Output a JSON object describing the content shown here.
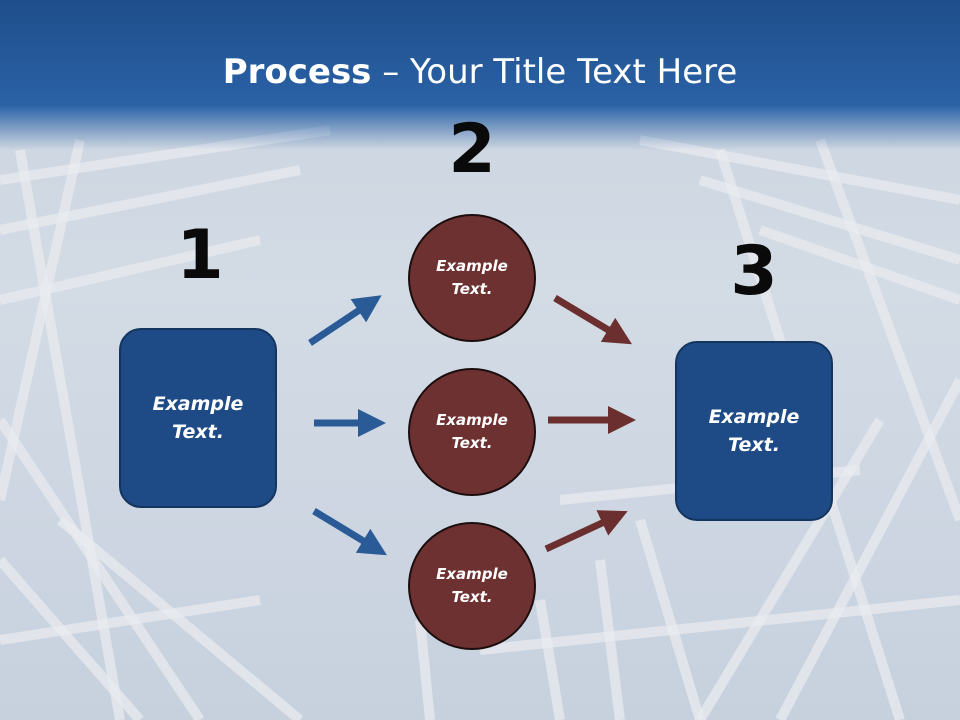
{
  "title": {
    "bold": "Process",
    "rest": " – Your Title Text Here"
  },
  "step_numbers": [
    "1",
    "2",
    "3"
  ],
  "boxes": [
    {
      "label": "Example\nText."
    },
    {
      "label": "Example\nText."
    }
  ],
  "circles": [
    {
      "label": "Example\nText."
    },
    {
      "label": "Example\nText."
    },
    {
      "label": "Example\nText."
    }
  ],
  "colors": {
    "header": "#2a62a6",
    "box_fill": "#1e4b86",
    "circle_fill": "#6e3131",
    "blue_arrow": "#2b5b97",
    "red_arrow": "#6b2f2f"
  }
}
